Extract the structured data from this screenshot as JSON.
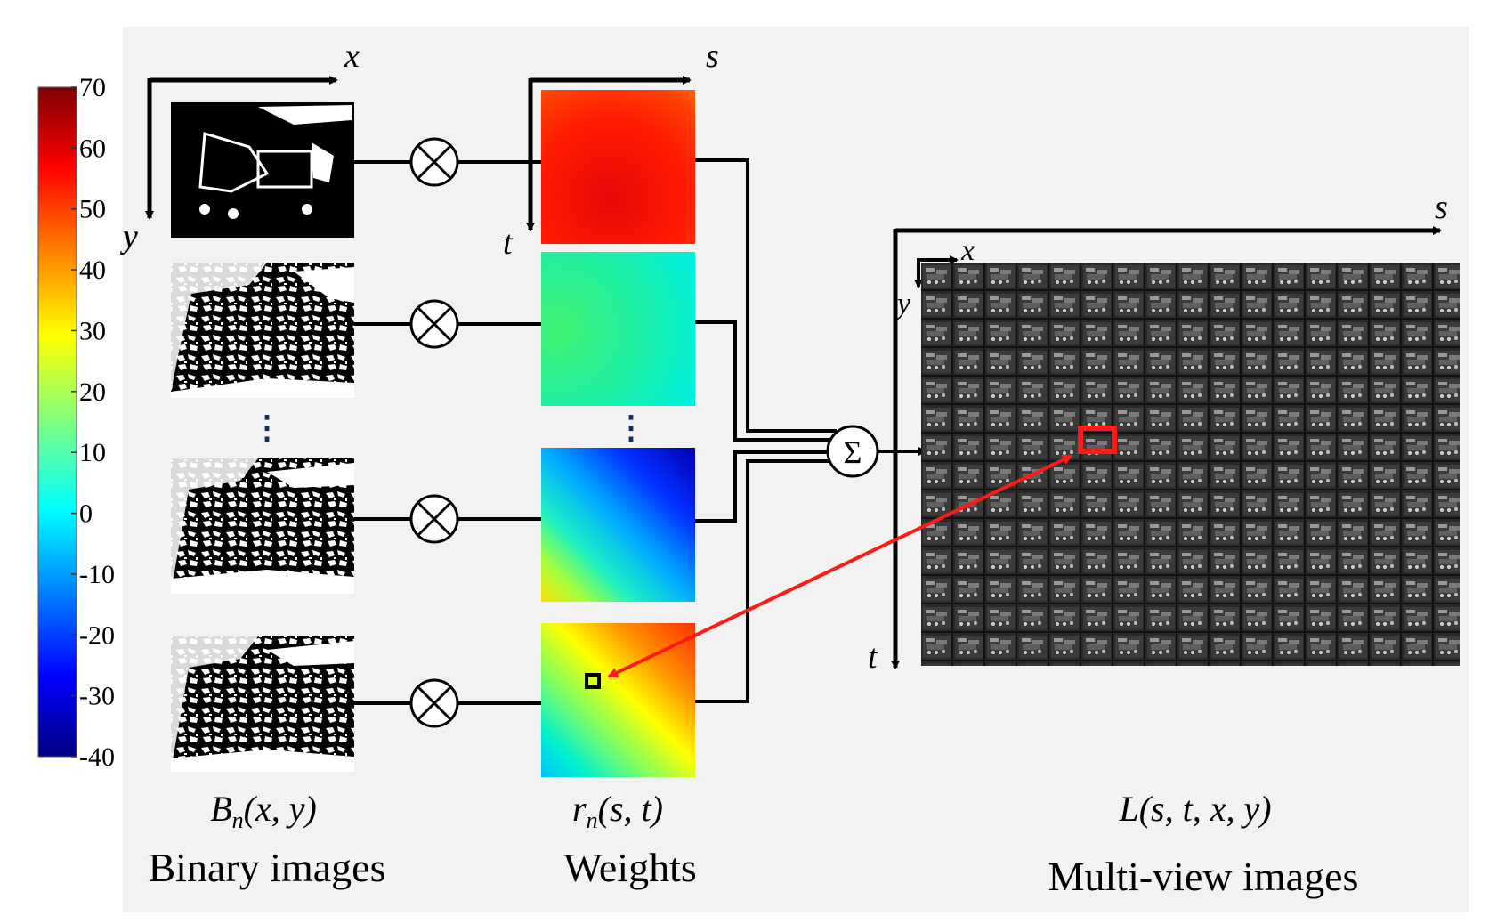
{
  "colorbar": {
    "ticks": [
      "70",
      "60",
      "50",
      "40",
      "30",
      "20",
      "10",
      "0",
      "-10",
      "-20",
      "-30",
      "-40"
    ],
    "max": 70,
    "min": -40,
    "colormap": "jet"
  },
  "binary_axes": {
    "x": "x",
    "y": "y"
  },
  "weight_axes": {
    "s": "s",
    "t": "t"
  },
  "multiview_axes": {
    "s": "s",
    "t": "t",
    "x": "x",
    "y": "y"
  },
  "operators": {
    "multiply": "⊗",
    "sum": "Σ",
    "ellipsis": "⋮"
  },
  "labels": {
    "binary_formula": "Bn(x, y)",
    "binary_caption": "Binary images",
    "weights_formula": "rn(s, t)",
    "weights_caption": "Weights",
    "multiview_formula": "L(s, t, x, y)",
    "multiview_caption": "Multi-view images"
  },
  "colors": {
    "background": "#f2f2f2",
    "highlight": "#ff1a1a",
    "line": "#000000"
  }
}
